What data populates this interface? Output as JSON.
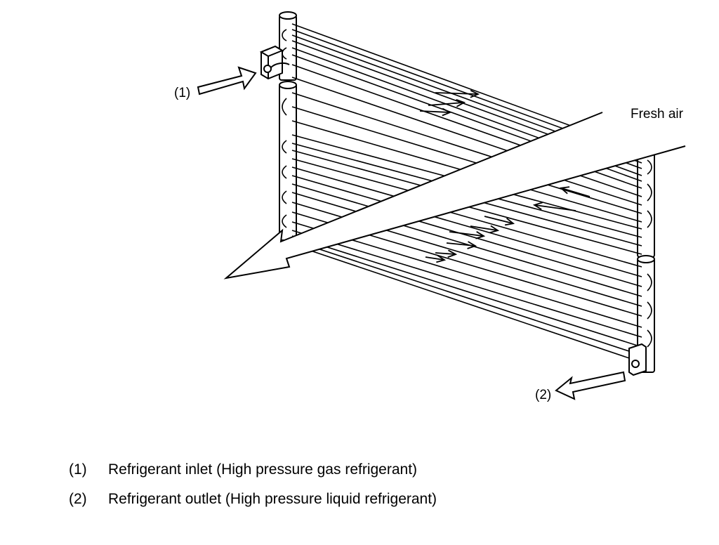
{
  "labels": {
    "inlet_marker": "(1)",
    "outlet_marker": "(2)",
    "fresh_air": "Fresh air"
  },
  "legend": [
    {
      "num": "(1)",
      "text": "Refrigerant inlet (High pressure gas refrigerant)"
    },
    {
      "num": "(2)",
      "text": "Refrigerant outlet (High pressure liquid refrigerant)"
    }
  ]
}
